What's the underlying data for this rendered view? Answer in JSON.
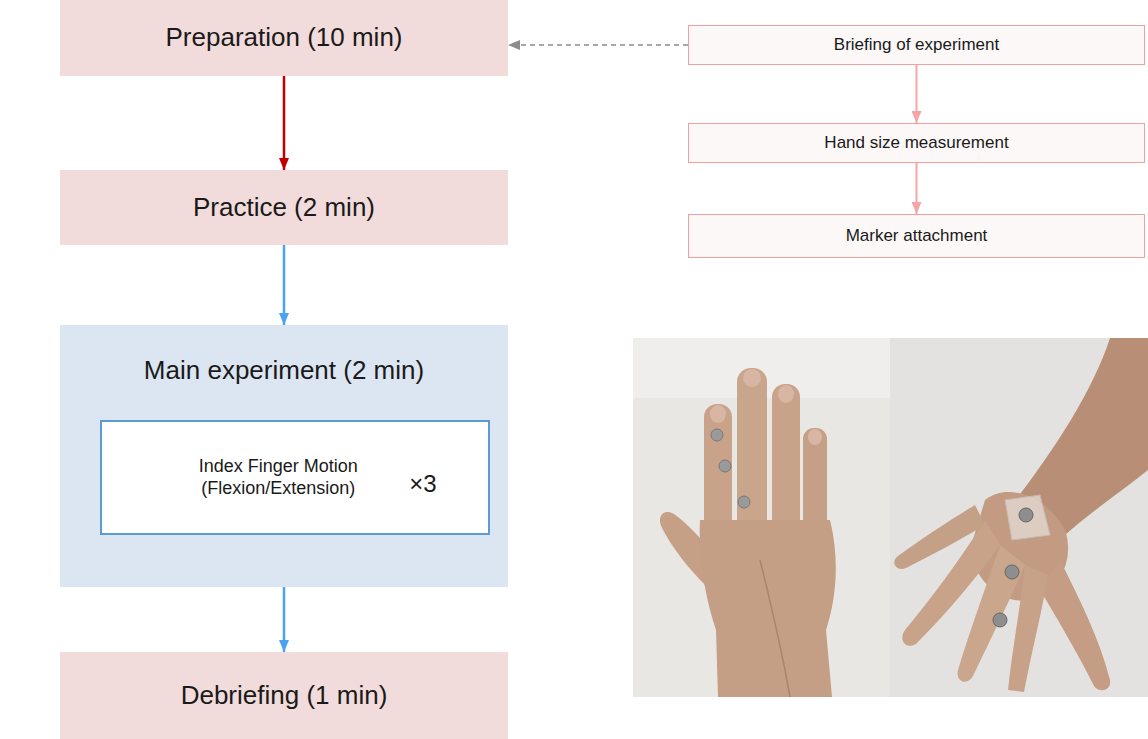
{
  "diagram": {
    "nodes": [
      {
        "text": [
          "Preparation (10 min)"
        ]
      },
      {
        "text": [
          "Practice (2 min)"
        ]
      },
      {
        "text": [
          "Main experiment (2 min)"
        ]
      },
      {
        "text": [
          "Index Finger Motion (Flexion/Extension)",
          "×3"
        ],
        "in": 2
      },
      {
        "text": [
          "Debriefing (1 min)"
        ]
      },
      {
        "text": [
          "Briefing of experiment"
        ]
      },
      {
        "text": [
          "Hand size measurement"
        ]
      },
      {
        "text": [
          "Marker attachment"
        ]
      }
    ],
    "edges": [
      {
        "from": 0,
        "to": 1,
        "arrow": "to"
      },
      {
        "from": 1,
        "to": 2,
        "arrow": "to"
      },
      {
        "from": 2,
        "to": 4,
        "arrow": "to"
      },
      {
        "from": 5,
        "to": 0,
        "arrow": "to"
      },
      {
        "from": 5,
        "to": 6,
        "arrow": "to"
      },
      {
        "from": 6,
        "to": 7,
        "arrow": "to"
      }
    ]
  }
}
